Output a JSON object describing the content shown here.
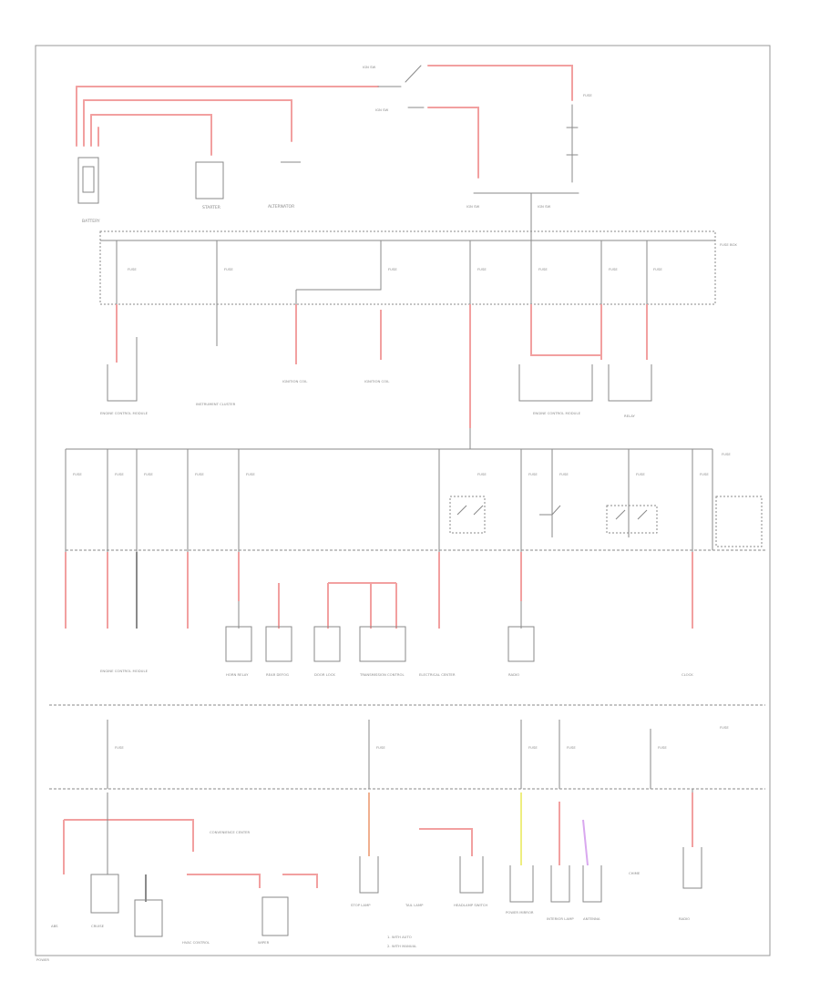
{
  "colors": {
    "wire_red": "#f2a0a0",
    "wire_pink": "#f0b4b4",
    "wire_yellow": "#eeee80",
    "wire_violet": "#d9a8ef",
    "line": "#8a8a8a",
    "label": "#8a8a8a"
  },
  "top": {
    "battery": "BATTERY",
    "starter": "STARTER",
    "alternator": "ALTERNATOR",
    "ign_top": "IGN SW",
    "ign_bottom": "IGN SW",
    "fuse_top": "FUSE",
    "box_left": "IGN SW",
    "box_right": "IGN SW"
  },
  "fuse_box_title": "FUSE BOX",
  "fuses_row1": [
    "FUSE",
    "FUSE",
    "FUSE",
    "FUSE",
    "FUSE",
    "FUSE",
    "FUSE"
  ],
  "fuses_row2": [
    "FUSE",
    "FUSE",
    "FUSE",
    "FUSE",
    "FUSE",
    "FUSE",
    "FUSE",
    "FUSE",
    "FUSE",
    "FUSE",
    "FUSE"
  ],
  "fuses_row3": [
    "FUSE",
    "FUSE",
    "FUSE",
    "FUSE",
    "FUSE",
    "FUSE"
  ],
  "components_row1": [
    "ENGINE CONTROL MODULE",
    "INSTRUMENT CLUSTER",
    "IGNITION COIL",
    "IGNITION COIL",
    "ENGINE CONTROL MODULE",
    "RELAY"
  ],
  "components_row2": [
    "ENGINE CONTROL MODULE",
    "HORN RELAY",
    "REAR DEFOG",
    "DOOR LOCK",
    "TRANSMISSION CONTROL",
    "ELECTRICAL CENTER",
    "RADIO",
    "CLOCK"
  ],
  "components_row3": [
    "ABS",
    "CRUISE",
    "HVAC CONTROL",
    "WIPER",
    "CONVENIENCE CENTER",
    "STOP LAMP",
    "TAIL LAMP",
    "HEADLAMP SWITCH",
    "POWER MIRROR",
    "INTERIOR LAMP",
    "ANTENNA",
    "CHIME",
    "RADIO"
  ],
  "notes": [
    "1. WITH AUTO",
    "2. WITH MANUAL"
  ],
  "page_ref": "POWER"
}
